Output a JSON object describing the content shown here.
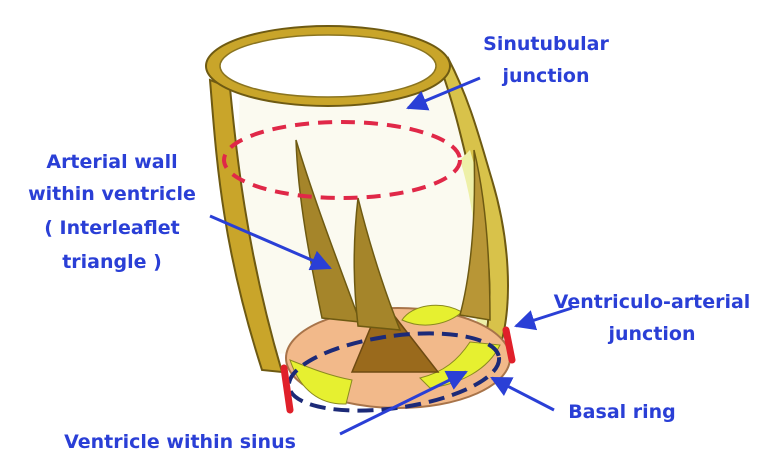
{
  "labels": {
    "sinutubular": [
      "Sinutubular",
      "junction"
    ],
    "arterial_wall": [
      "Arterial wall",
      "within ventricle",
      "( Interleaflet",
      "triangle )"
    ],
    "ventriculo_arterial": [
      "Ventriculo-arterial",
      "junction"
    ],
    "basal_ring": [
      "Basal ring"
    ],
    "ventricle_sinus": [
      "Ventricle within sinus"
    ]
  },
  "colors": {
    "label_text": "#2a3fd6",
    "arrow": "#2a3fd6",
    "tube_fill": "#c9a52a",
    "tube_stroke": "#6e5a12",
    "leaflet_fill": "#a5852a",
    "base_fill": "#f2b98a",
    "sinus_yellow": "#e6f030",
    "triangle_fill": "#9a6a1c",
    "dashed_red": "#e02848",
    "dashed_navy": "#1c2a78",
    "junction_red": "#e0202a"
  }
}
